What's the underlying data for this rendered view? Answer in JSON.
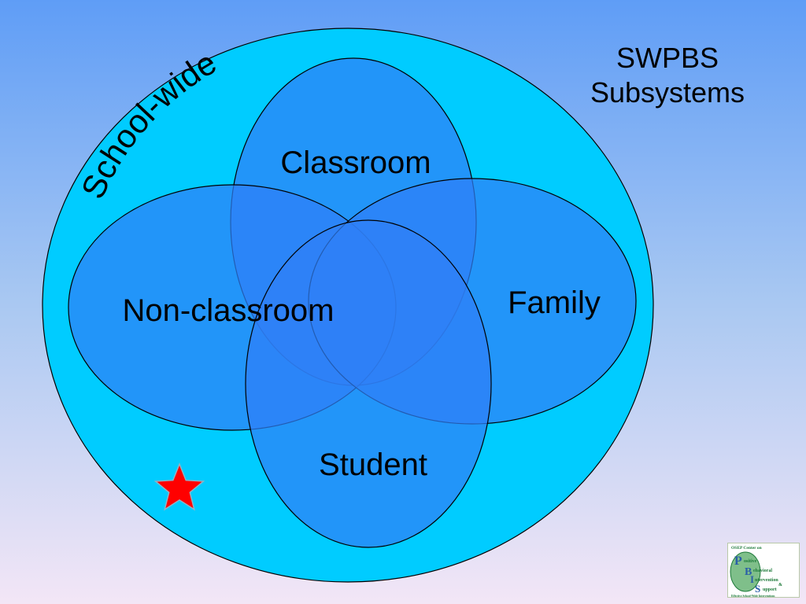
{
  "slide": {
    "title_line1": "SWPBS",
    "title_line2": "Subsystems"
  },
  "diagram": {
    "outer_label": "School-wide",
    "sets": {
      "classroom": "Classroom",
      "non_classroom": "Non-classroom",
      "family": "Family",
      "student": "Student"
    },
    "marker_icon": "red-star-icon"
  },
  "logo": {
    "header": "OSEP Center on",
    "letter_p": "P",
    "letter_b": "B",
    "letter_i": "I",
    "letter_s": "S",
    "word_positive": "ositive",
    "word_behavioral": "ehavioral",
    "word_intervention": "ntervention",
    "word_and": "&",
    "word_support": "upport",
    "footer": "Effective School-Wide Interventions"
  },
  "colors": {
    "outer_circle": "#00ccff",
    "set_fill": "#2f7ff7",
    "star": "#ff0000",
    "logo_green": "#1e7a3a",
    "logo_blue": "#2a5fa8"
  }
}
